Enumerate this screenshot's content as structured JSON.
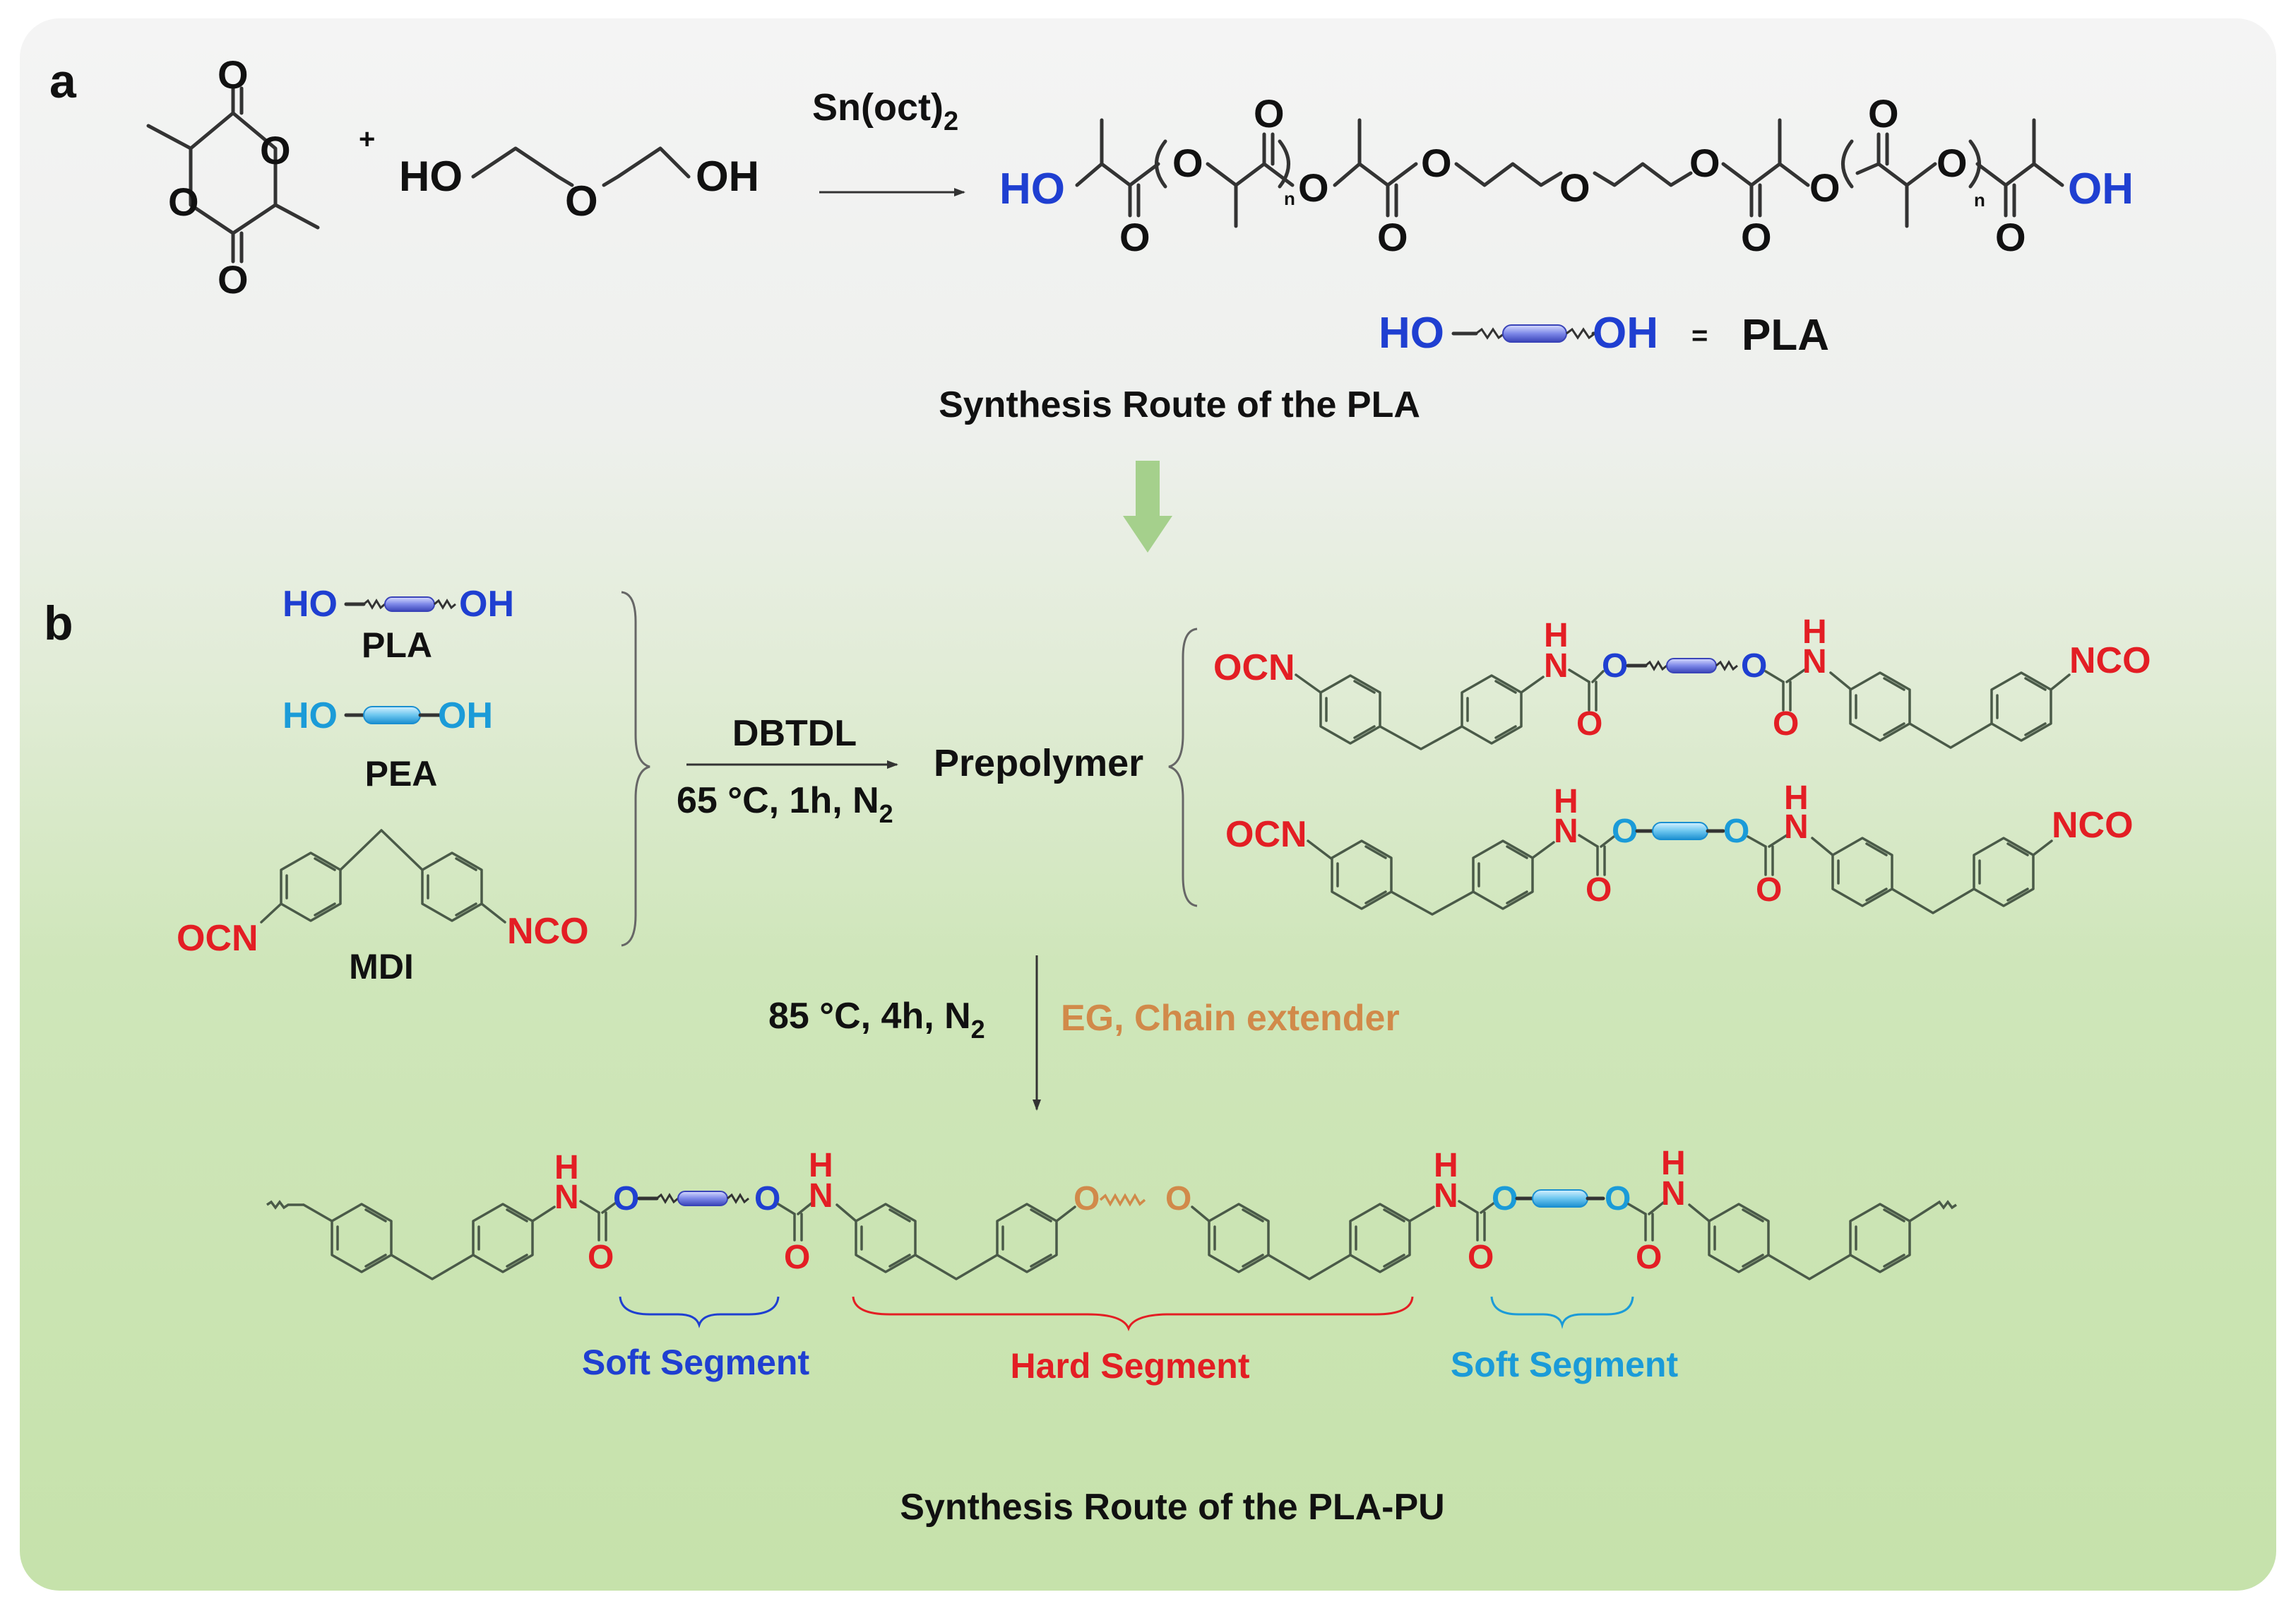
{
  "panel_a": {
    "label": "a",
    "plus": "+",
    "catalyst": "Sn(oct)",
    "catalyst_sub": "2",
    "diol": {
      "left": "HO",
      "middle": "O",
      "right": "OH"
    },
    "lactide": {
      "o": "O"
    },
    "product": {
      "ho": "HO",
      "oh": "OH",
      "o": "O",
      "n": "n"
    },
    "legend": {
      "ho": "HO",
      "oh": "OH",
      "eq": "=",
      "name": "PLA"
    },
    "caption": "Synthesis Route of the PLA"
  },
  "panel_b": {
    "label": "b",
    "reagents": {
      "pla": {
        "ho": "HO",
        "oh": "OH",
        "name": "PLA"
      },
      "pea": {
        "ho": "HO",
        "oh": "OH",
        "name": "PEA"
      },
      "mdi": {
        "ocn": "OCN",
        "nco": "NCO",
        "name": "MDI"
      }
    },
    "step1": {
      "catalyst": "DBTDL",
      "conditions": "65 °C, 1h, N",
      "conditions_sub": "2"
    },
    "prepolymer_label": "Prepolymer",
    "prepolymer": {
      "ocn": "OCN",
      "nco": "NCO",
      "h": "H",
      "n": "N",
      "o": "O"
    },
    "step2": {
      "conditions": "85 °C, 4h, N",
      "conditions_sub": "2",
      "extender": "EG, Chain extender"
    },
    "polymer": {
      "h": "H",
      "n": "N",
      "o": "O"
    },
    "segments": {
      "soft1": "Soft Segment",
      "hard": "Hard Segment",
      "soft2": "Soft Segment"
    },
    "caption": "Synthesis Route of the PLA-PU"
  },
  "colors": {
    "pla_blue": "#1f3fd1",
    "pea_cyan": "#1b9bd8",
    "isocyanate_red": "#e31e24",
    "extender_orange": "#d18a4a",
    "arrow_green": "#a5d08c",
    "bond": "#333333"
  }
}
